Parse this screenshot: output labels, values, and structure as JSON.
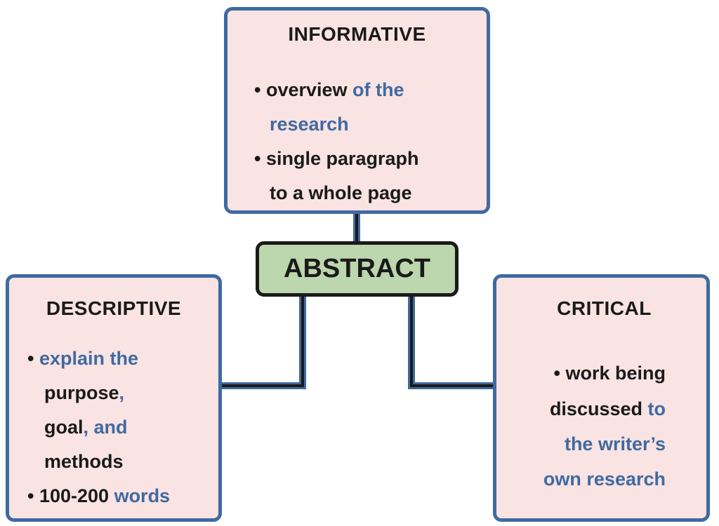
{
  "center": {
    "label": "ABSTRACT"
  },
  "informative": {
    "title": "INFORMATIVE",
    "bullet": "•",
    "item1": {
      "part1": "overview",
      "part2": " of the",
      "part3": "research"
    },
    "item2": {
      "line1": "single paragraph",
      "line2": "to a whole page"
    }
  },
  "descriptive": {
    "title": "DESCRIPTIVE",
    "bullet": "•",
    "item1": {
      "line1": "explain the",
      "line2a": "purpose",
      "line2b": ",",
      "line3a": "goal",
      "line3b": ", and",
      "line4": "methods"
    },
    "item2": {
      "part1": "100-200",
      "part2": " words"
    }
  },
  "critical": {
    "title": "CRITICAL",
    "bullet": "•",
    "item1": {
      "line1": "work being",
      "line2a": "discussed",
      "line2b": " to",
      "line3": "the writer’s",
      "line4": "own research"
    }
  },
  "colors": {
    "box_fill": "#f9e3e3",
    "box_border": "#3f6aa1",
    "center_fill": "#bcd6ad",
    "accent_text": "#3f6aa1",
    "dark_text": "#1a1a1a"
  }
}
